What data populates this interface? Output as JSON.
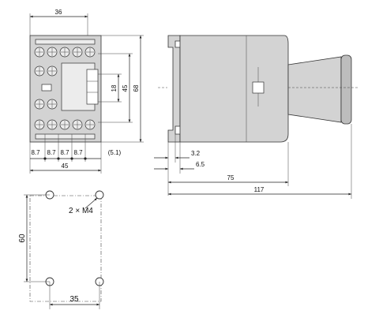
{
  "front_view": {
    "width_top": "36",
    "height": "68",
    "coil_height_outer": "45",
    "coil_height_inner": "18",
    "pitch_1": "8.7",
    "pitch_2": "8.7",
    "pitch_3": "8.7",
    "pitch_4": "8.7",
    "offset": "(5.1)",
    "width_bottom": "45"
  },
  "side_view": {
    "rail_offset_1": "3.2",
    "rail_offset_2": "6.5",
    "depth_body": "75",
    "depth_total": "117"
  },
  "mounting": {
    "screw_label": "2 × M4",
    "hole_spacing_vertical": "60",
    "hole_spacing_horizontal": "35"
  }
}
